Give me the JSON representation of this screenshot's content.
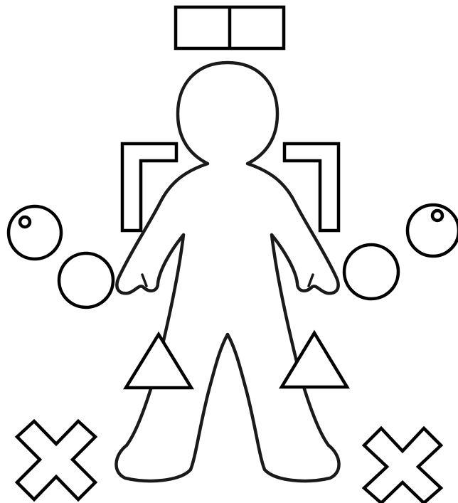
{
  "diagram": {
    "figure": "person-outline",
    "stroke_color": "#000000",
    "fill_color": "#ffffff",
    "shapes": {
      "head_marker": "double-rectangle",
      "shoulder_markers": "corner-brackets",
      "hand_markers": "circles",
      "eye_markers": "circles-with-dot",
      "knee_markers": "triangles",
      "foot_markers": "x-crosses"
    }
  }
}
